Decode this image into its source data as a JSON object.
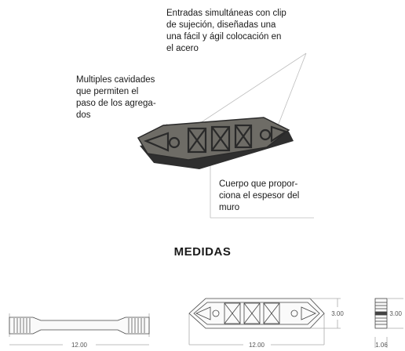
{
  "annotations": {
    "top": "Entradas simultáneas con clip\nde sujeción, diseñadas una\nuna fácil y ágil colocación en\nel acero",
    "left": "Multiples cavidades\nque permiten el\npaso de los agrega-\ndos",
    "right": "Cuerpo que propor-\nciona el espesor del\nmuro"
  },
  "heading": "MEDIDAS",
  "dimensions": {
    "side_width": "12.00",
    "plan_width": "12.00",
    "plan_height": "3.00",
    "end_height": "3.00",
    "end_width": "1.06"
  }
}
